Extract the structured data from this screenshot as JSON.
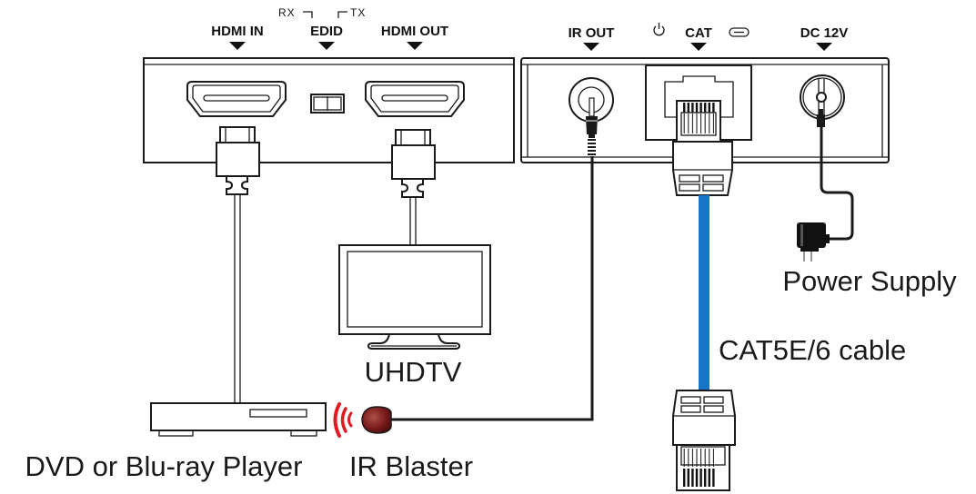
{
  "transmitter": {
    "ports": {
      "hdmi_in": "HDMI IN",
      "edid": "EDID",
      "edid_rx": "RX",
      "edid_tx": "TX",
      "hdmi_out": "HDMI OUT"
    }
  },
  "receiver": {
    "ports": {
      "ir_out": "IR OUT",
      "cat": "CAT",
      "dc": "DC 12V"
    },
    "icons": [
      "power-icon",
      "link-icon"
    ]
  },
  "devices": {
    "tv": "UHDTV",
    "player": "DVD or Blu-ray Player",
    "ir_blaster": "IR Blaster",
    "power_supply": "Power Supply",
    "cable": "CAT5E/6 cable"
  },
  "colors": {
    "cat_cable": "#1874c6",
    "ir_signal": "#e01b24",
    "ir_blaster_body": "#7a1a1a",
    "line": "#1a1a1a"
  }
}
